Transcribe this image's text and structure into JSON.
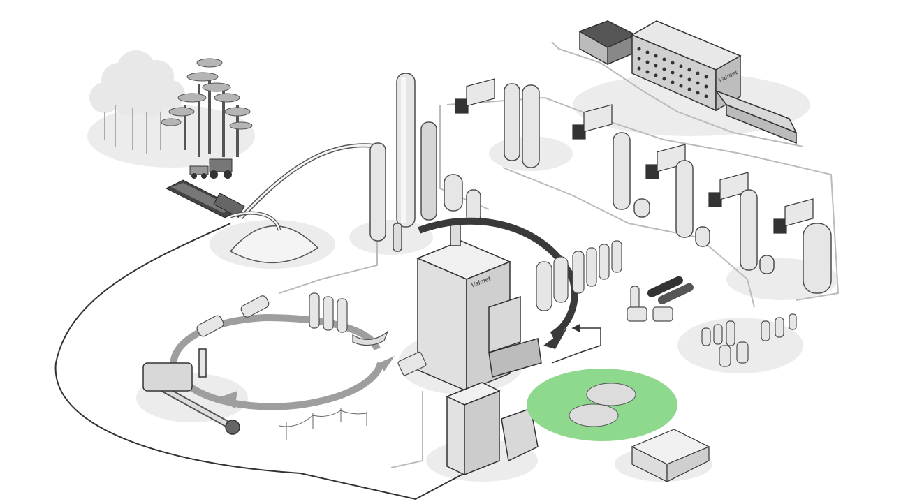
{
  "brand": {
    "logo_text": "Valmet"
  },
  "colors": {
    "background": "#ffffff",
    "shadow": "#e6e6e6",
    "structure_light": "#f2f2f2",
    "structure_mid": "#d9d9d9",
    "structure_dark": "#bdbdbd",
    "outline": "#4d4d4d",
    "cycle_arrow": "#9e9e9e",
    "recovery_arrow": "#3a3a3a",
    "water_pond": "#8ed98e",
    "pipeline": "#333333"
  },
  "scene": {
    "areas": [
      "forest-harvesting",
      "wood-handling",
      "chip-pile",
      "cooking-digester",
      "fiberline-washers",
      "bleaching-towers",
      "paper-machine-building",
      "recovery-boiler",
      "evaporation-plant",
      "chemical-cycle",
      "lime-kiln",
      "power-boiler",
      "wastewater-treatment",
      "water-intake"
    ]
  }
}
